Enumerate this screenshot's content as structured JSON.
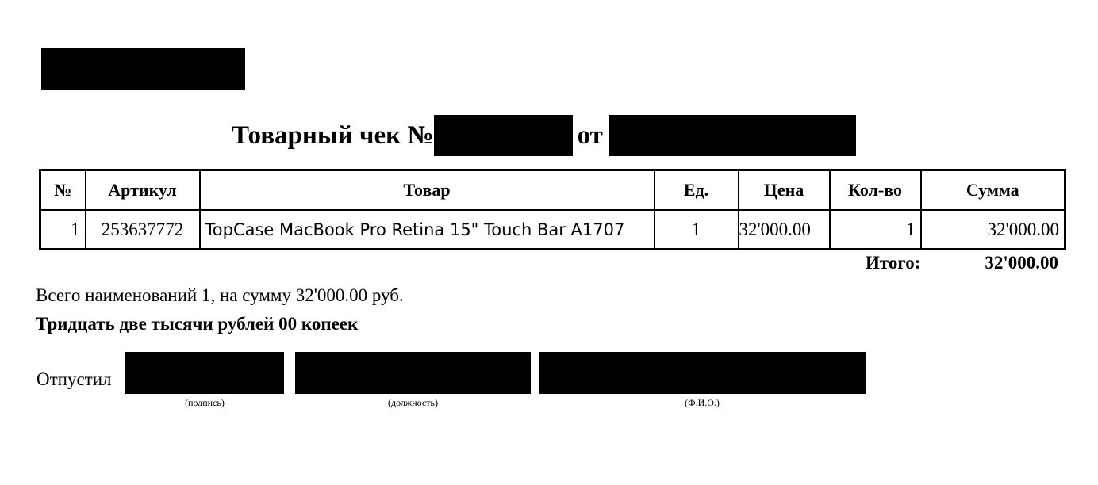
{
  "receipt": {
    "title_prefix": "Товарный чек №",
    "title_from": "от"
  },
  "table": {
    "columns": [
      "№",
      "Артикул",
      "Товар",
      "Ед.",
      "Цена",
      "Кол-во",
      "Сумма"
    ],
    "rows": [
      {
        "num": "1",
        "article": "253637772",
        "product": "TopCase MacBook Pro Retina 15\" Touch Bar A1707",
        "unit": "1",
        "price": "32'000.00",
        "qty": "1",
        "sum": "32'000.00"
      }
    ]
  },
  "totals": {
    "label": "Итого:",
    "value": "32'000.00"
  },
  "summary_line": "Всего наименований 1, на сумму 32'000.00 руб.",
  "amount_in_words": "Тридцать две тысячи рублей 00 копеек",
  "signature": {
    "label": "Отпустил",
    "captions": {
      "signature": "(подпись)",
      "position": "(должность)",
      "full_name": "(Ф.И.О.)"
    }
  },
  "colors": {
    "text": "#000000",
    "background": "#ffffff",
    "redaction": "#000000"
  }
}
